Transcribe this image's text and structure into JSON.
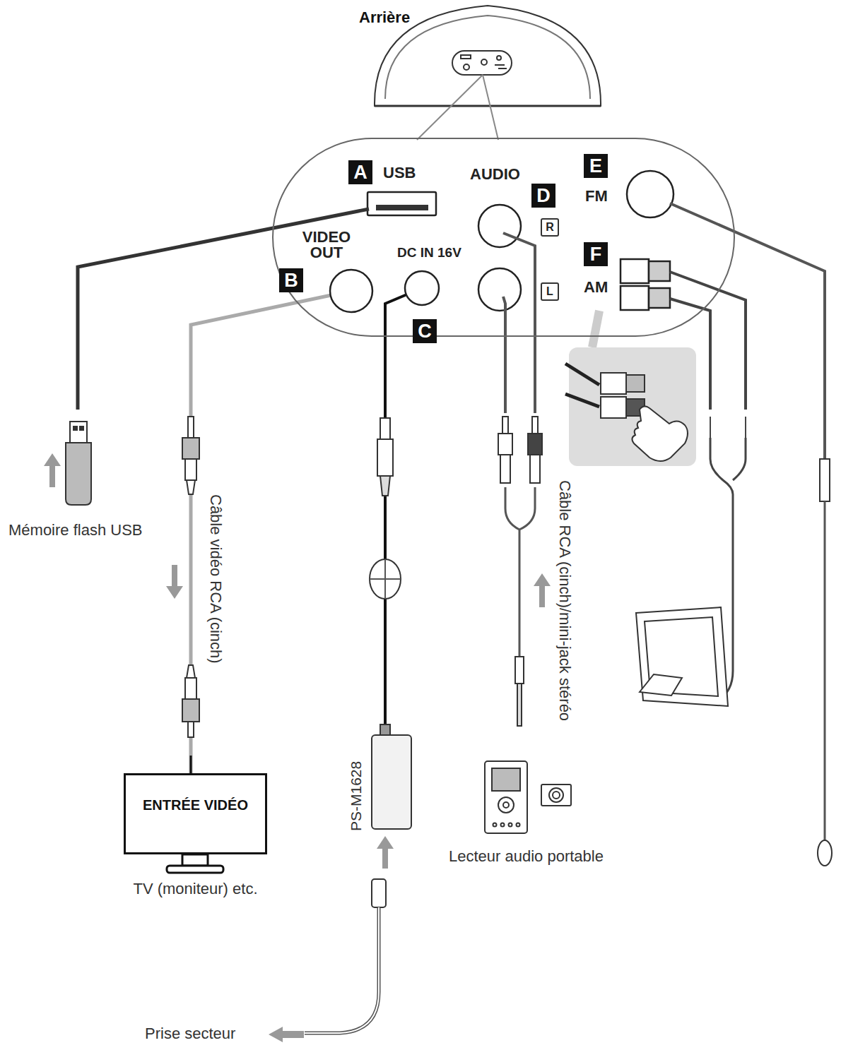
{
  "diagram": {
    "nodes": [
      {
        "text": [
          "USB",
          "VIDEO OUT",
          "DC IN 16V",
          "AUDIO",
          "R",
          "L",
          "FM",
          "AM"
        ]
      },
      {
        "text": [
          "ENTRÉE VIDÉO",
          "TV (moniteur) etc."
        ]
      },
      {
        "text": [
          "PS-M1628"
        ]
      }
    ],
    "edges": [
      {
        "from": 0,
        "to": 1,
        "arrow": "none"
      },
      {
        "from": 2,
        "to": 0,
        "arrow": "none"
      }
    ],
    "labels": [
      "Arrière",
      "A",
      "B",
      "C",
      "D",
      "E",
      "F",
      "Mémoire flash USB",
      "Câble vidéo RCA (cinch)",
      "Câble RCA (cinch)/mini-jack stéréo",
      "Lecteur audio portable",
      "Prise secteur"
    ]
  }
}
